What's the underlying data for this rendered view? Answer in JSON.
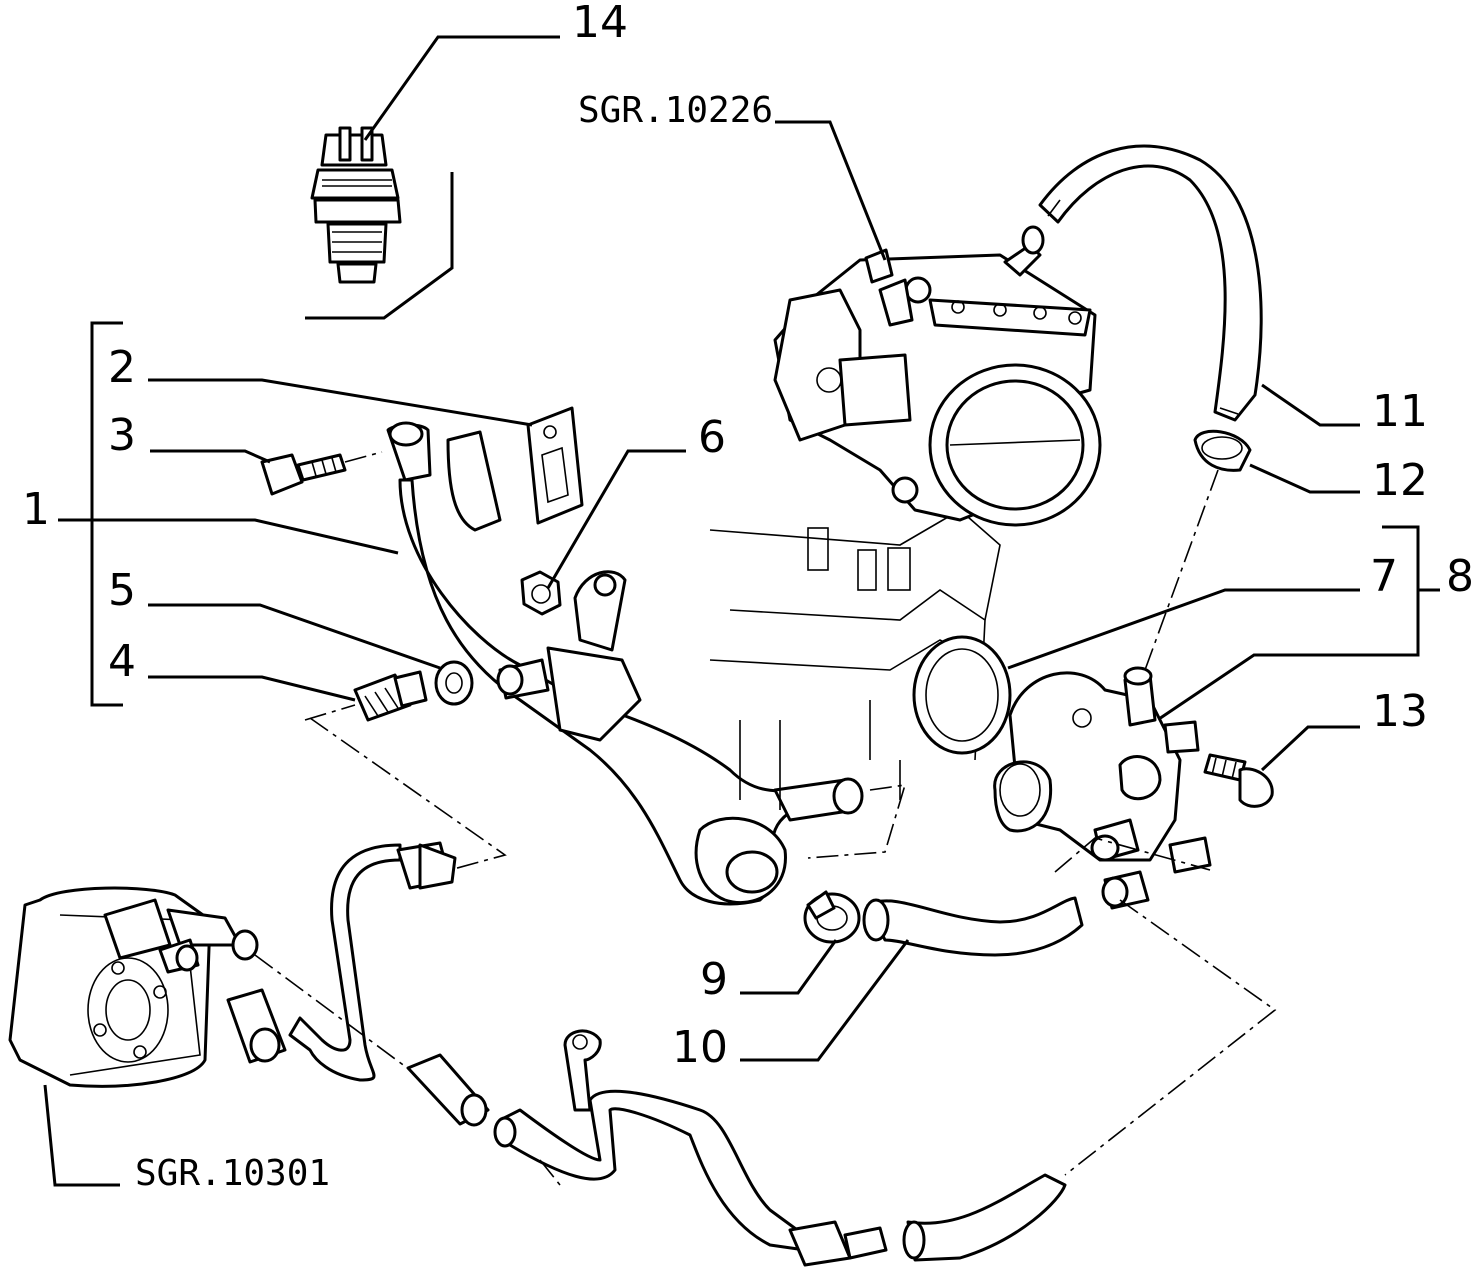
{
  "callouts": {
    "c1": "1",
    "c2": "2",
    "c3": "3",
    "c4": "4",
    "c5": "5",
    "c6": "6",
    "c7": "7",
    "c8": "8",
    "c9": "9",
    "c10": "10",
    "c11": "11",
    "c12": "12",
    "c13": "13",
    "c14": "14"
  },
  "references": {
    "throttle_body": "SGR.10226",
    "oil_cooler": "SGR.10301"
  }
}
